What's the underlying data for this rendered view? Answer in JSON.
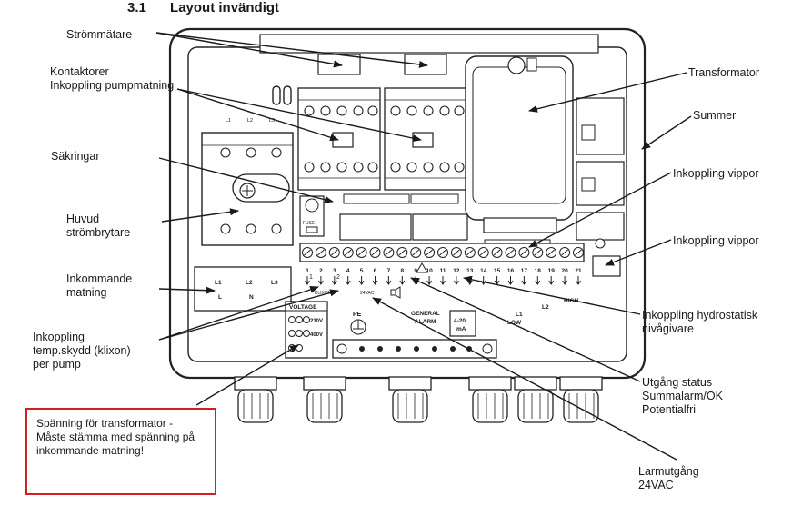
{
  "heading": {
    "number": "3.1",
    "title": "Layout invändigt"
  },
  "labels": {
    "strommatare": "Strömmätare",
    "kontaktorer_1": "Kontaktorer",
    "kontaktorer_2": "Inkoppling pumpmatning",
    "sakringar": "Säkringar",
    "huvud_1": "Huvud",
    "huvud_2": "strömbrytare",
    "inkommande_1": "Inkommande",
    "inkommande_2": "matning",
    "temp_1": "Inkoppling",
    "temp_2": "temp.skydd (klixon)",
    "temp_3": "per pump",
    "transformator": "Transformator",
    "summer": "Summer",
    "vippor_1": "Inkoppling vippor",
    "vippor_2": "Inkoppling vippor",
    "hydro_1": "Inkoppling hydrostatisk",
    "hydro_2": "nivågivare",
    "utgang_1": "Utgång status",
    "utgang_2": "Summalarm/OK",
    "utgang_3": "Potentialfri",
    "larm_1": "Larmutgång",
    "larm_2": "24VAC"
  },
  "note": {
    "line1": "Spänning för transformator -",
    "line2": "Måste stämma med spänning på",
    "line3": "inkommande matning!"
  },
  "board": {
    "terminal_numbers": [
      "1",
      "2",
      "3",
      "4",
      "5",
      "6",
      "7",
      "8",
      "9",
      "10",
      "11",
      "12",
      "13",
      "14",
      "15",
      "16",
      "17",
      "18",
      "19",
      "20",
      "21"
    ],
    "klixon_label": "KLIXON",
    "k_labels": [
      "1",
      "2"
    ],
    "vac_label": "24VAC",
    "general_alarm_1": "GENERAL",
    "general_alarm_2": "ALARM",
    "sensor_1": "4-20",
    "sensor_2": "mA",
    "low": "LOW",
    "l1": "L1",
    "l2": "L2",
    "high": "HIGH",
    "pe": "PE",
    "voltage": "VOLTAGE",
    "v230": "230V",
    "v400": "400V",
    "fuse": "FUSE",
    "input_terms": [
      "L1",
      "L2",
      "L3"
    ],
    "input_bottom": [
      "L",
      "N"
    ],
    "breaker_terms": [
      "L1",
      "L2",
      "L3"
    ]
  }
}
